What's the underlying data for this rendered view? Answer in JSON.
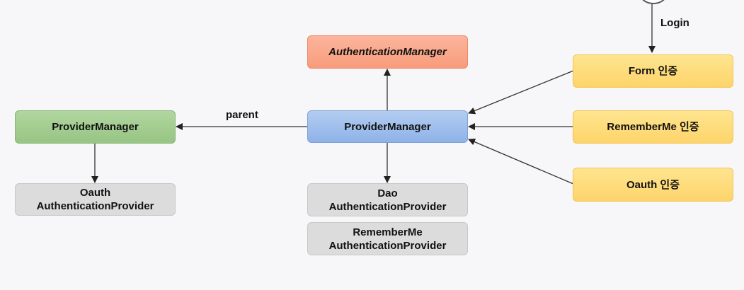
{
  "nodes": {
    "authentication_manager": "AuthenticationManager",
    "provider_manager_main": "ProviderManager",
    "provider_manager_parent": "ProviderManager",
    "oauth_provider": [
      "Oauth",
      "AuthenticationProvider"
    ],
    "dao_provider": [
      "Dao",
      "AuthenticationProvider"
    ],
    "rememberme_provider": [
      "RememberMe",
      "AuthenticationProvider"
    ],
    "form_auth": "Form 인증",
    "rememberme_auth": "RememberMe 인증",
    "oauth_auth": "Oauth 인증"
  },
  "edge_labels": {
    "parent": "parent",
    "login": "Login"
  },
  "colors": {
    "manager": "#f89c7b",
    "provider_manager": "#8fb2e8",
    "parent_manager": "#97c584",
    "filters": "#fdd46a",
    "providers": "#dcdcdc"
  }
}
